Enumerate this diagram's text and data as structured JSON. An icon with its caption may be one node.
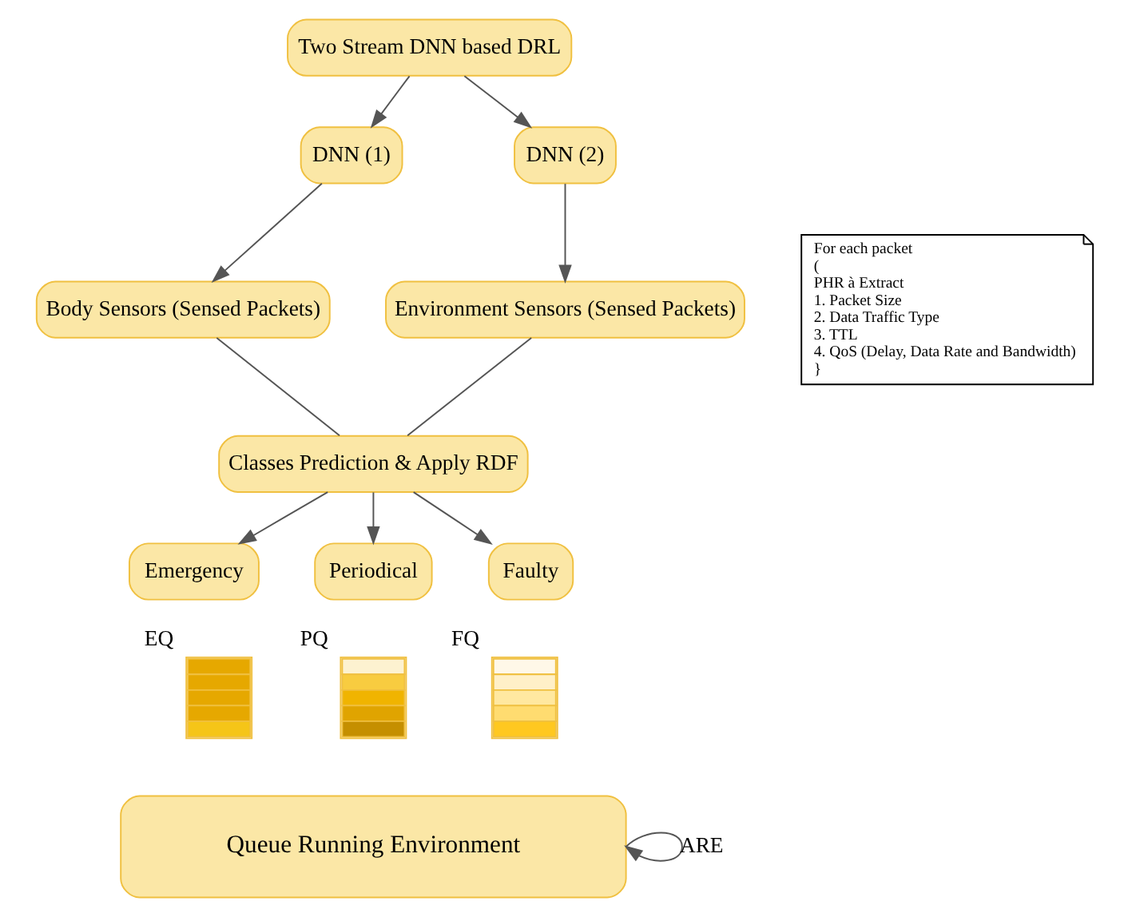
{
  "diagram": {
    "nodes": [
      {
        "text": [
          "Two Stream DNN based DRL"
        ]
      },
      {
        "text": [
          "DNN (1)"
        ]
      },
      {
        "text": [
          "DNN (2)"
        ]
      },
      {
        "text": [
          "Body Sensors (Sensed Packets)"
        ]
      },
      {
        "text": [
          "Environment Sensors (Sensed Packets)"
        ]
      },
      {
        "text": [
          "Classes Prediction & Apply RDF"
        ]
      },
      {
        "text": [
          "Emergency"
        ]
      },
      {
        "text": [
          "Periodical"
        ]
      },
      {
        "text": [
          "Faulty"
        ]
      },
      {
        "text": [],
        "shape": "bar",
        "beside": [
          "EQ"
        ]
      },
      {
        "text": [],
        "shape": "bar",
        "beside": [
          "PQ"
        ]
      },
      {
        "text": [],
        "shape": "bar",
        "beside": [
          "FQ"
        ]
      },
      {
        "text": [
          "Queue Running Environment"
        ]
      },
      {
        "text": [
          "For each packet",
          "(",
          "PHR à Extract",
          "1. Packet Size",
          "2. Data Traffic Type",
          "3. TTL",
          "4. QoS (Delay, Data Rate and Bandwidth)",
          "}"
        ]
      }
    ],
    "edges": [
      {
        "from": 0,
        "to": 1,
        "arrow": "to"
      },
      {
        "from": 0,
        "to": 2,
        "arrow": "to"
      },
      {
        "from": 1,
        "to": 3,
        "arrow": "to"
      },
      {
        "from": 2,
        "to": 4,
        "arrow": "to"
      },
      {
        "from": 3,
        "to": 5,
        "arrow": "none"
      },
      {
        "from": 4,
        "to": 5,
        "arrow": "none"
      },
      {
        "from": 5,
        "to": 6,
        "arrow": "to"
      },
      {
        "from": 5,
        "to": 7,
        "arrow": "to"
      },
      {
        "from": 5,
        "to": 8,
        "arrow": "to"
      },
      {
        "from": 12,
        "to": 12,
        "arrow": "to",
        "label": "ARE"
      }
    ]
  }
}
